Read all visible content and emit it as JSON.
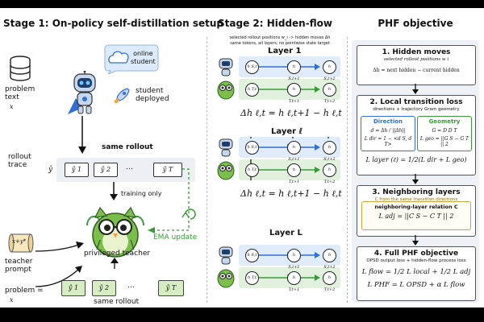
{
  "stage1": {
    "title": "Stage 1: On-policy self-distillation setup",
    "problem_text_label": "problem\ntext",
    "problem_var": "x",
    "online_student_label": "online\nstudent",
    "student_deployed_label": "student\ndeployed",
    "same_rollout_top": "same rollout",
    "rollout_trace_label": "rollout\ntrace",
    "y_hat": "ŷ",
    "trace_tokens": [
      "ŷ 1",
      "ŷ 2",
      "…",
      "ŷ T"
    ],
    "training_only": "training only",
    "ema_update": "EMA update",
    "teacher_prompt_label": "teacher\nprompt",
    "scroll_text": "x+y*",
    "privileged_teacher": "privileged teacher",
    "problem_eq": "problem =",
    "teacher_tokens": [
      "ŷ 1",
      "ŷ 2",
      "…",
      "ŷ T"
    ],
    "same_rollout_bottom": "same rollout"
  },
  "stage2": {
    "title": "Stage 2: Hidden-flow",
    "subtitle1": "selected rollout positions w_i -> hidden moves Δh",
    "subtitle2": "same tokens, all layers; no pointwise state target",
    "layer1": "Layer 1",
    "layerl": "Layer ℓ",
    "layerL": "Layer L",
    "eq1": "Δh ℓ,t = h ℓ,t+1 − h ℓ,t",
    "eq2": "Δh ℓ,t = h ℓ,t+1 − h ℓ,t",
    "node_s": [
      "h S,t",
      "h S,t+1",
      "h S,t+2"
    ],
    "node_t": [
      "h T,t",
      "h T,t+1",
      "h T,t+2"
    ]
  },
  "stage3": {
    "title": "PHF objective",
    "s1_title": "1. Hidden moves",
    "s1_sub": "selected rollout positions w i",
    "s1_eq": "Δh = next hidden − current hidden",
    "s2_title": "2. Local transition loss",
    "s2_sub": "directions + trajectory Gram geometry",
    "dir_title": "Direction",
    "dir_eq1": "d = Δh / ||Δh||",
    "dir_eq2": "L dir = 1 − <d S, d T>",
    "geo_title": "Geometry",
    "geo_eq1": "G = D D T",
    "geo_eq2": "L geo = ||G S − G T || 2",
    "layer_eq": "L layer (ℓ) = 1/2(L dir + L geo)",
    "s3_title": "3. Neighboring layers",
    "s3_sub": "C from the same transition directions",
    "s3_box": "neighboring-layer relation C",
    "s3_eq": "L adj = ||C S − C T || 2",
    "s4_title": "4. Full PHF objective",
    "s4_sub": "OPSD output loss + hidden-flow process loss",
    "s4_eq1": "L flow = 1/2 L local + 1/2 L adj",
    "s4_eq2": "L PHF = L OPSD + α L flow"
  },
  "colors": {
    "blue": "#2f6fd6",
    "green": "#3a9a3a",
    "owl": "#7bbf4a",
    "robot": "#c5d7ef"
  }
}
